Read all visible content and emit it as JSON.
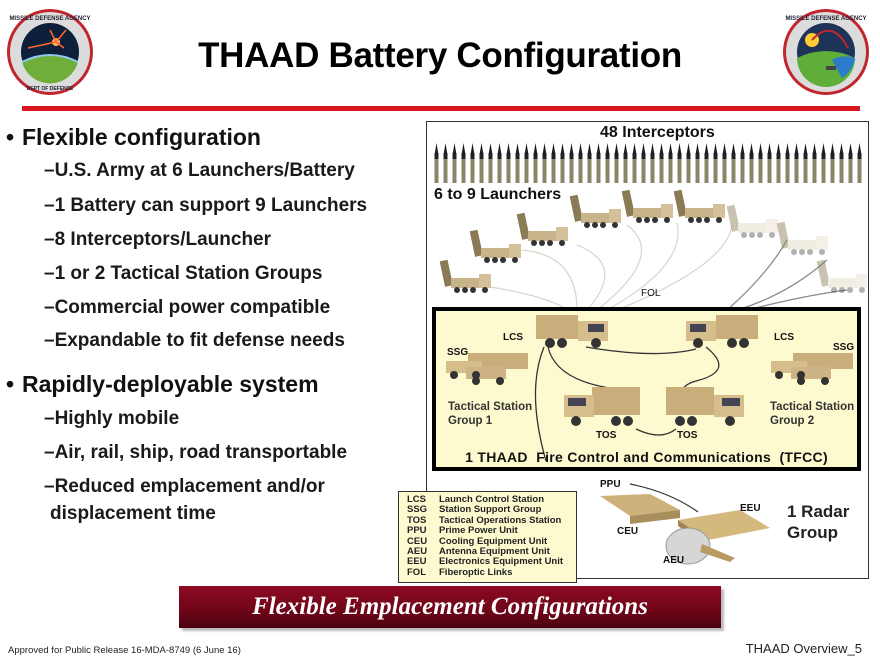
{
  "header": {
    "title": "THAAD Battery Configuration",
    "logo_left": {
      "icon": "missile-defense-agency-seal-icon",
      "ring_top_text": "MISSILE DEFENSE AGENCY",
      "ring_bottom_text": "DEPARTMENT OF DEFENSE"
    },
    "logo_right": {
      "icon": "missile-defense-agency-seal-icon",
      "ring_top_text": "MISSILE DEFENSE AGENCY"
    },
    "rule_color": "#d8161b"
  },
  "bullets": [
    {
      "heading": "Flexible configuration",
      "items": [
        "–U.S. Army at 6 Launchers/Battery",
        "–1 Battery can support 9 Launchers",
        "–8 Interceptors/Launcher",
        "–1 or 2 Tactical Station Groups",
        "–Commercial power compatible",
        "–Expandable to fit defense needs"
      ]
    },
    {
      "heading": "Rapidly-deployable system",
      "items": [
        "–Highly mobile",
        "–Air, rail, ship, road transportable",
        "–Reduced emplacement and/or",
        " displacement time"
      ]
    }
  ],
  "diagram": {
    "interceptors_label": "48 Interceptors",
    "interceptor_count": 48,
    "launchers_label": "6 to 9 Launchers",
    "launcher_count_solid": 6,
    "launcher_count_faded": 3,
    "fol_label": "FOL",
    "tfcc": {
      "title": "1 THAAD  Fire Control and Communications  (TFCC)",
      "lcs_left": "LCS",
      "lcs_right": "LCS",
      "ssg_left": "SSG",
      "ssg_right": "SSG",
      "tsg1_line1": "Tactical Station",
      "tsg1_line2": "Group 1",
      "tsg2_line1": "Tactical Station",
      "tsg2_line2": "Group 2",
      "tos_left": "TOS",
      "tos_right": "TOS",
      "background": "#fdfad0"
    },
    "radar": {
      "title_line1": "1 Radar",
      "title_line2": "Group",
      "ppu": "PPU",
      "ceu": "CEU",
      "eeu": "EEU",
      "aeu": "AEU"
    }
  },
  "legend": [
    {
      "abbr": "LCS",
      "desc": "Launch Control Station"
    },
    {
      "abbr": "SSG",
      "desc": "Station Support Group"
    },
    {
      "abbr": "TOS",
      "desc": "Tactical Operations Station"
    },
    {
      "abbr": "PPU",
      "desc": "Prime Power Unit"
    },
    {
      "abbr": "CEU",
      "desc": "Cooling Equipment Unit"
    },
    {
      "abbr": "AEU",
      "desc": "Antenna Equipment Unit"
    },
    {
      "abbr": "EEU",
      "desc": "Electronics Equipment Unit"
    },
    {
      "abbr": "FOL",
      "desc": "Fiberoptic Links"
    }
  ],
  "banner": {
    "text": "Flexible Emplacement Configurations",
    "color": "#7a0a1e"
  },
  "footer": {
    "release": "Approved for Public Release 16-MDA-8749 (6 June 16)",
    "slide_id": "THAAD Overview_5"
  }
}
